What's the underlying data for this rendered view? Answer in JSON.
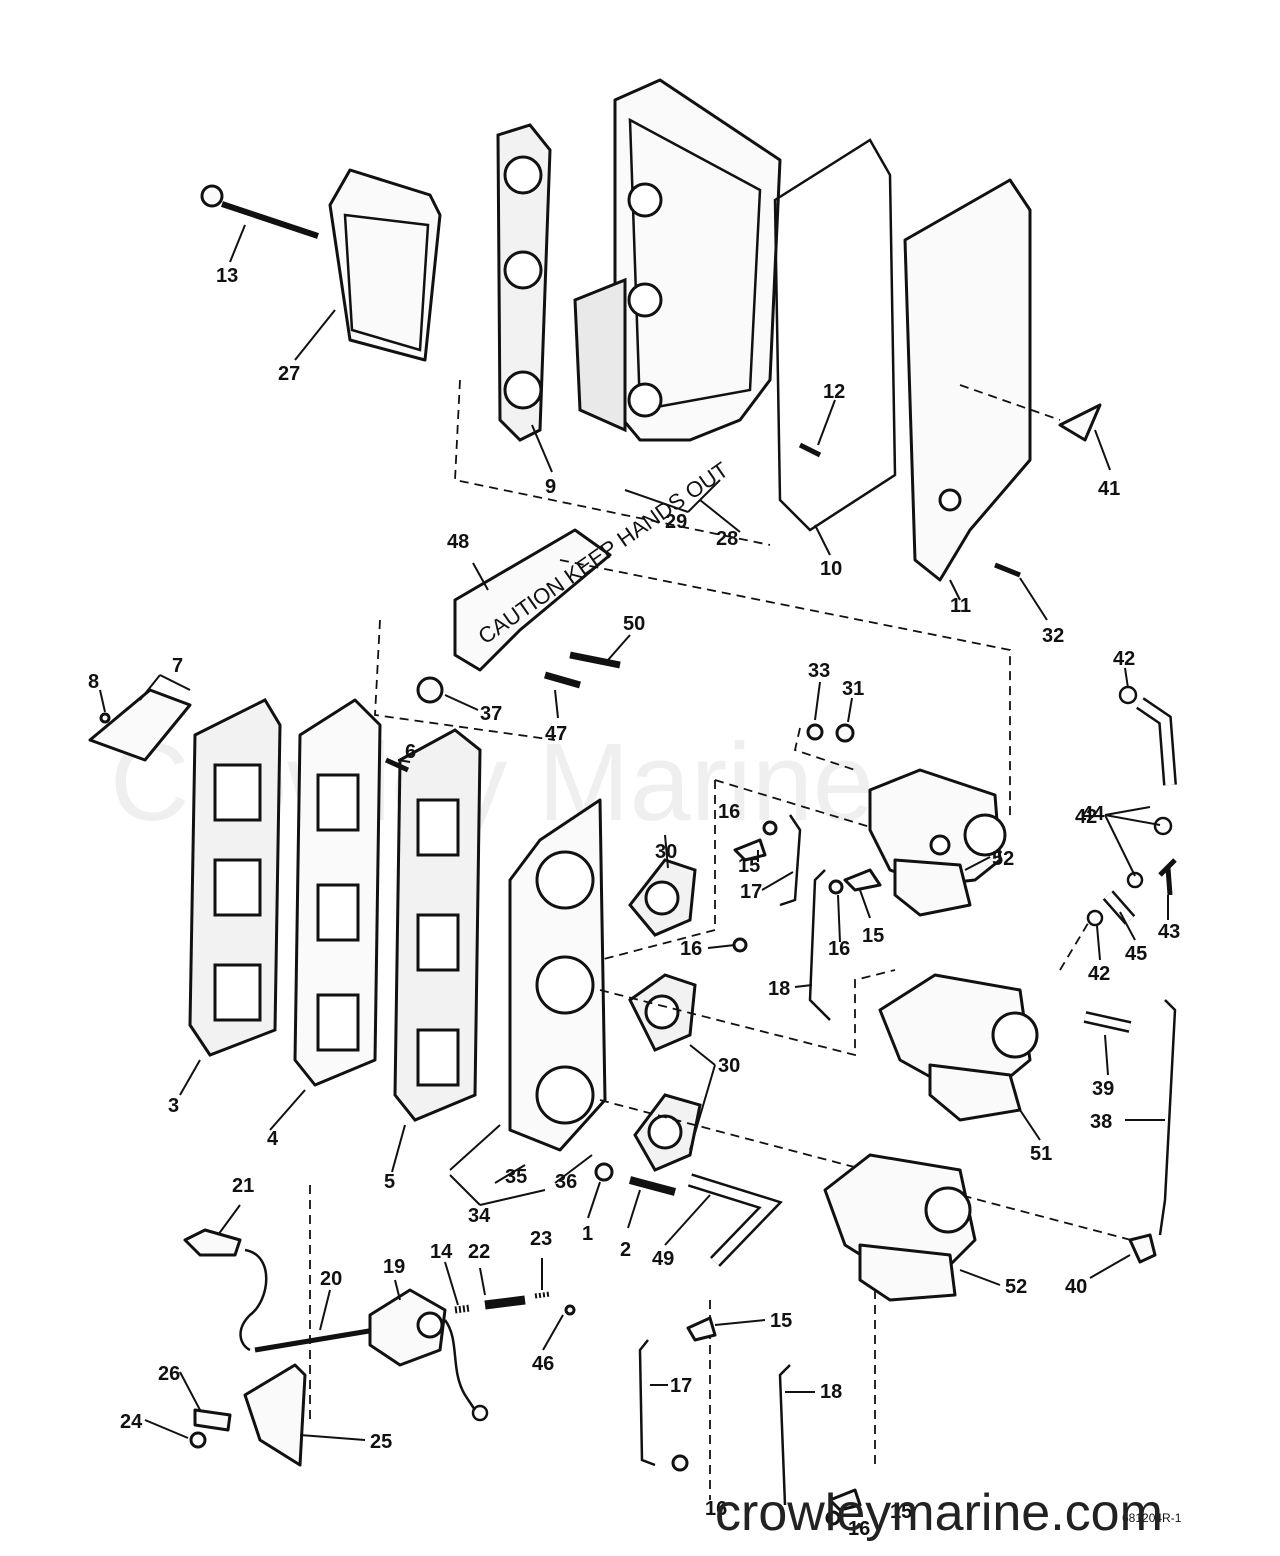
{
  "diagram": {
    "callouts": [
      {
        "id": "c13",
        "label": "13"
      },
      {
        "id": "c27",
        "label": "27"
      },
      {
        "id": "c9",
        "label": "9"
      },
      {
        "id": "c29",
        "label": "29"
      },
      {
        "id": "c28",
        "label": "28"
      },
      {
        "id": "c10",
        "label": "10"
      },
      {
        "id": "c12",
        "label": "12"
      },
      {
        "id": "c11",
        "label": "11"
      },
      {
        "id": "c41",
        "label": "41"
      },
      {
        "id": "c32",
        "label": "32"
      },
      {
        "id": "c48",
        "label": "48"
      },
      {
        "id": "c50",
        "label": "50"
      },
      {
        "id": "c47",
        "label": "47"
      },
      {
        "id": "c37",
        "label": "37"
      },
      {
        "id": "c7",
        "label": "7"
      },
      {
        "id": "c8",
        "label": "8"
      },
      {
        "id": "c6",
        "label": "6"
      },
      {
        "id": "c33",
        "label": "33"
      },
      {
        "id": "c31",
        "label": "31"
      },
      {
        "id": "c42a",
        "label": "42"
      },
      {
        "id": "c44",
        "label": "44"
      },
      {
        "id": "c42b",
        "label": "42"
      },
      {
        "id": "c16a",
        "label": "16"
      },
      {
        "id": "c15a",
        "label": "15"
      },
      {
        "id": "c17a",
        "label": "17"
      },
      {
        "id": "c30a",
        "label": "30"
      },
      {
        "id": "c52a",
        "label": "52"
      },
      {
        "id": "c15b",
        "label": "15"
      },
      {
        "id": "c16b",
        "label": "16"
      },
      {
        "id": "c16c",
        "label": "16"
      },
      {
        "id": "c18a",
        "label": "18"
      },
      {
        "id": "c43",
        "label": "43"
      },
      {
        "id": "c45",
        "label": "45"
      },
      {
        "id": "c42c",
        "label": "42"
      },
      {
        "id": "c3",
        "label": "3"
      },
      {
        "id": "c4",
        "label": "4"
      },
      {
        "id": "c5",
        "label": "5"
      },
      {
        "id": "c30b",
        "label": "30"
      },
      {
        "id": "c39",
        "label": "39"
      },
      {
        "id": "c38",
        "label": "38"
      },
      {
        "id": "c51",
        "label": "51"
      },
      {
        "id": "c35",
        "label": "35"
      },
      {
        "id": "c36",
        "label": "36"
      },
      {
        "id": "c34",
        "label": "34"
      },
      {
        "id": "c1",
        "label": "1"
      },
      {
        "id": "c2",
        "label": "2"
      },
      {
        "id": "c49",
        "label": "49"
      },
      {
        "id": "c21",
        "label": "21"
      },
      {
        "id": "c20",
        "label": "20"
      },
      {
        "id": "c19",
        "label": "19"
      },
      {
        "id": "c14",
        "label": "14"
      },
      {
        "id": "c22",
        "label": "22"
      },
      {
        "id": "c23",
        "label": "23"
      },
      {
        "id": "c46",
        "label": "46"
      },
      {
        "id": "c52b",
        "label": "52"
      },
      {
        "id": "c40",
        "label": "40"
      },
      {
        "id": "c15c",
        "label": "15"
      },
      {
        "id": "c17b",
        "label": "17"
      },
      {
        "id": "c18b",
        "label": "18"
      },
      {
        "id": "c26",
        "label": "26"
      },
      {
        "id": "c24",
        "label": "24"
      },
      {
        "id": "c25",
        "label": "25"
      },
      {
        "id": "c16d",
        "label": "16"
      },
      {
        "id": "c16e",
        "label": "16"
      },
      {
        "id": "c15d",
        "label": "15"
      }
    ],
    "caution_decal": "CAUTION KEEP HANDS OUT",
    "drawing_number": "681204R-1",
    "watermark": "Crowley Marine",
    "site_url": "crowleymarine.com"
  }
}
